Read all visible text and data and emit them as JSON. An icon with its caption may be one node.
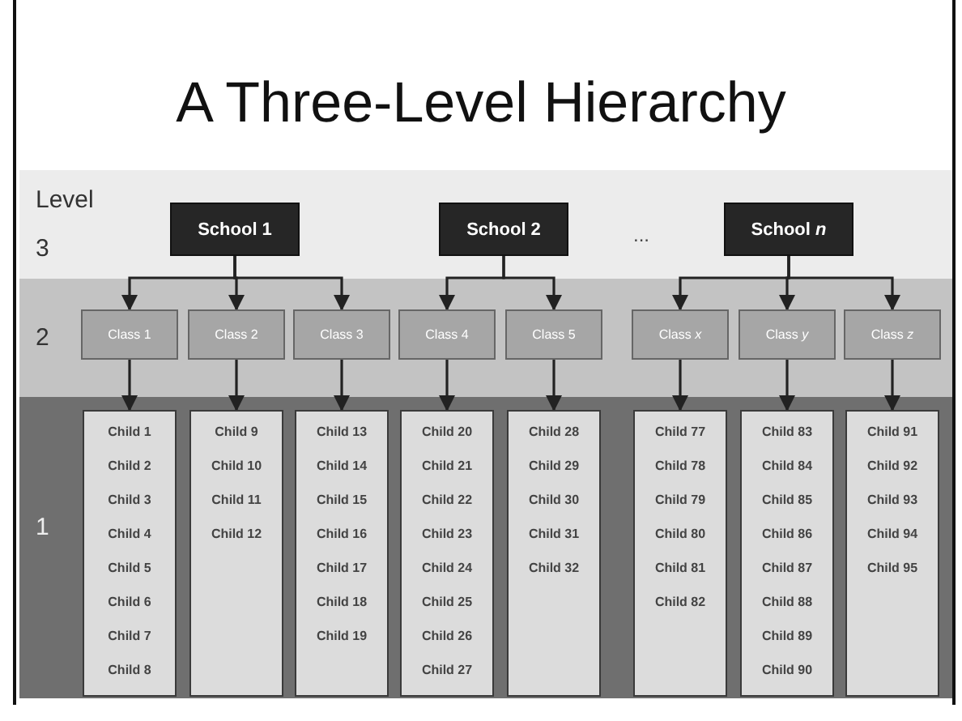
{
  "diagram": {
    "title": "A Three-Level Hierarchy",
    "nodes": [
      {
        "text": [
          "Level",
          "3"
        ]
      },
      {
        "text": [
          "School 1"
        ],
        "in": 0
      },
      {
        "text": [
          "School 2"
        ],
        "in": 0
      },
      {
        "text": [
          "School *n*"
        ],
        "in": 0
      },
      {
        "text": [
          "2"
        ]
      },
      {
        "text": [
          "Class 1"
        ],
        "in": 4
      },
      {
        "text": [
          "Class 2"
        ],
        "in": 4
      },
      {
        "text": [
          "Class 3"
        ],
        "in": 4
      },
      {
        "text": [
          "Class 4"
        ],
        "in": 4
      },
      {
        "text": [
          "Class 5"
        ],
        "in": 4
      },
      {
        "text": [
          "Class *x*"
        ],
        "in": 4
      },
      {
        "text": [
          "Class *y*"
        ],
        "in": 4
      },
      {
        "text": [
          "Class *z*"
        ],
        "in": 4
      },
      {
        "text": [
          "1"
        ]
      },
      {
        "text": [
          "Child 1",
          "Child 2",
          "Child 3",
          "Child 4",
          "Child 5",
          "Child 6",
          "Child 7",
          "Child 8"
        ],
        "in": 13
      },
      {
        "text": [
          "Child 9",
          "Child 10",
          "Child 11",
          "Child 12"
        ],
        "in": 13
      },
      {
        "text": [
          "Child 13",
          "Child 14",
          "Child 15",
          "Child 16",
          "Child 17",
          "Child 18",
          "Child 19"
        ],
        "in": 13
      },
      {
        "text": [
          "Child 20",
          "Child 21",
          "Child 22",
          "Child 23",
          "Child 24",
          "Child 25",
          "Child 26",
          "Child 27"
        ],
        "in": 13
      },
      {
        "text": [
          "Child 28",
          "Child 29",
          "Child 30",
          "Child 31",
          "Child 32"
        ],
        "in": 13
      },
      {
        "text": [
          "Child 77",
          "Child 78",
          "Child 79",
          "Child 80",
          "Child 81",
          "Child 82"
        ],
        "in": 13
      },
      {
        "text": [
          "Child 83",
          "Child 84",
          "Child 85",
          "Child 86",
          "Child 87",
          "Child 88",
          "Child 89",
          "Child 90"
        ],
        "in": 13
      },
      {
        "text": [
          "Child 91",
          "Child 92",
          "Child 93",
          "Child 94",
          "Child 95"
        ],
        "in": 13
      }
    ],
    "edges": [
      {
        "from": 1,
        "to": 5,
        "arrow": "to"
      },
      {
        "from": 1,
        "to": 6,
        "arrow": "to"
      },
      {
        "from": 1,
        "to": 7,
        "arrow": "to"
      },
      {
        "from": 2,
        "to": 8,
        "arrow": "to"
      },
      {
        "from": 2,
        "to": 9,
        "arrow": "to"
      },
      {
        "from": 3,
        "to": 10,
        "arrow": "to"
      },
      {
        "from": 3,
        "to": 11,
        "arrow": "to"
      },
      {
        "from": 3,
        "to": 12,
        "arrow": "to"
      },
      {
        "from": 5,
        "to": 14,
        "arrow": "to"
      },
      {
        "from": 6,
        "to": 15,
        "arrow": "to"
      },
      {
        "from": 7,
        "to": 16,
        "arrow": "to"
      },
      {
        "from": 8,
        "to": 17,
        "arrow": "to"
      },
      {
        "from": 9,
        "to": 18,
        "arrow": "to"
      },
      {
        "from": 10,
        "to": 19,
        "arrow": "to"
      },
      {
        "from": 11,
        "to": 20,
        "arrow": "to"
      },
      {
        "from": 12,
        "to": 21,
        "arrow": "to"
      }
    ],
    "labels": [
      "..."
    ]
  }
}
